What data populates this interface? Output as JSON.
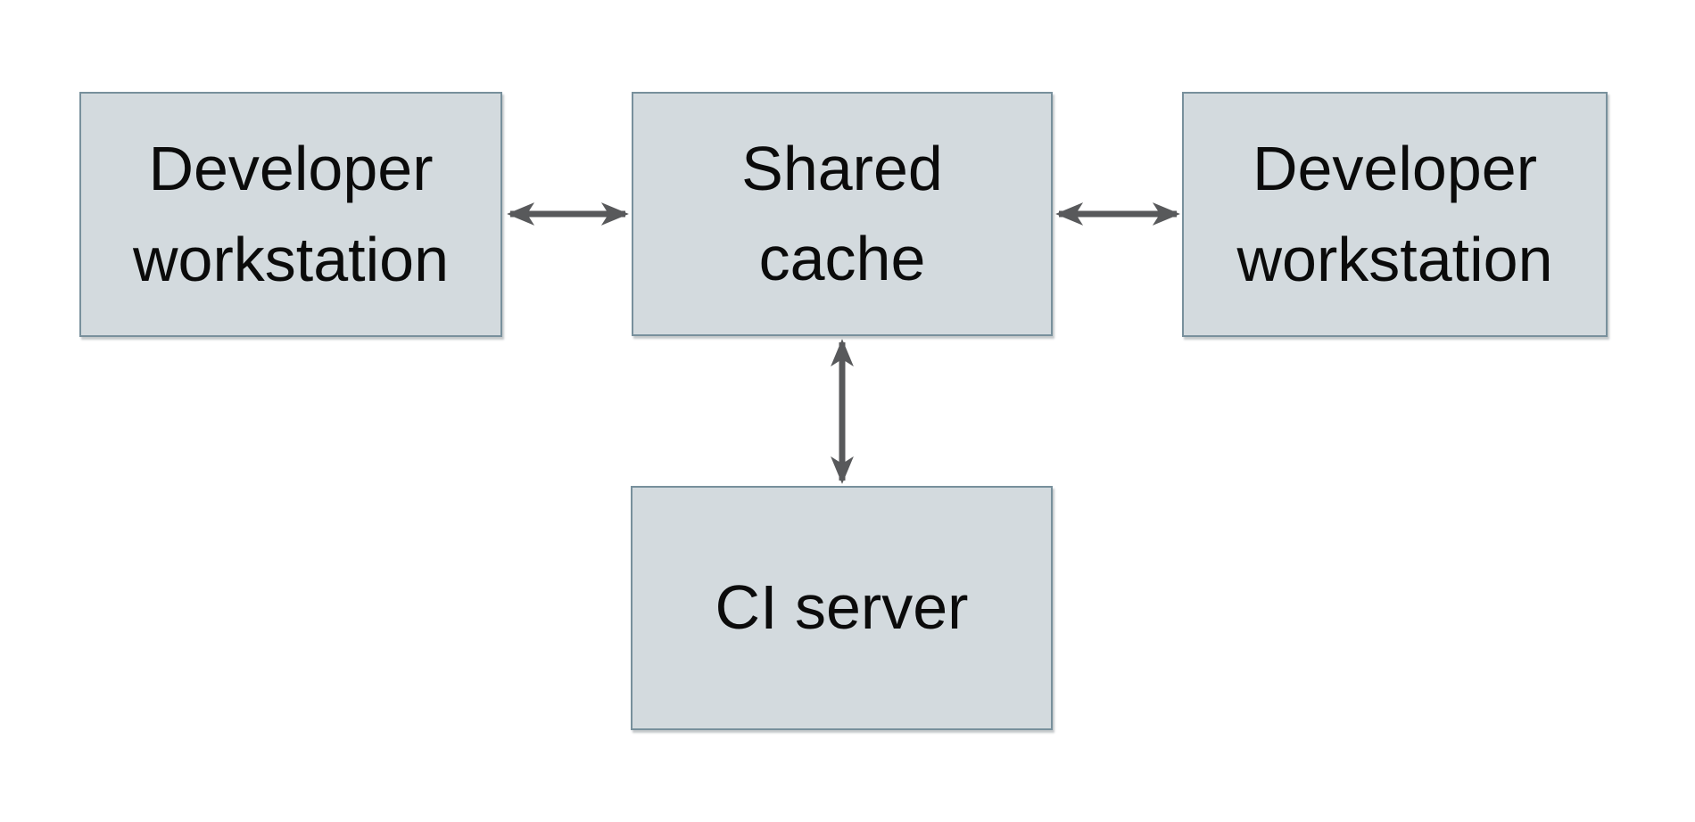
{
  "colors": {
    "background": "#ffffff",
    "node_fill": "#d3dade",
    "node_border": "#78909c",
    "arrow": "#58595b",
    "text": "#0b0b0b"
  },
  "diagram": {
    "type": "architecture-diagram",
    "nodes": [
      {
        "id": "developer-workstation-left",
        "label": "Developer workstation",
        "lines": [
          "Developer",
          "workstation"
        ]
      },
      {
        "id": "shared-cache",
        "label": "Shared cache",
        "lines": [
          "Shared",
          "cache"
        ]
      },
      {
        "id": "developer-workstation-right",
        "label": "Developer workstation",
        "lines": [
          "Developer",
          "workstation"
        ]
      },
      {
        "id": "ci-server",
        "label": "CI server",
        "lines": [
          "CI server"
        ]
      }
    ],
    "edges": [
      {
        "from": "developer-workstation-left",
        "to": "shared-cache",
        "direction": "bidirectional"
      },
      {
        "from": "shared-cache",
        "to": "developer-workstation-right",
        "direction": "bidirectional"
      },
      {
        "from": "shared-cache",
        "to": "ci-server",
        "direction": "bidirectional"
      }
    ]
  }
}
